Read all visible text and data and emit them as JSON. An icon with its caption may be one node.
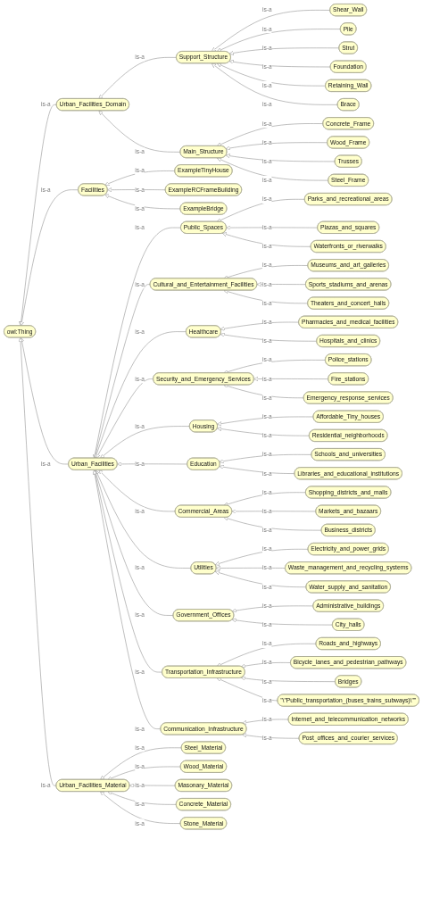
{
  "diagram": {
    "nodes": [
      {
        "text": [
          "owl:Thing"
        ]
      },
      {
        "text": [
          "Urban_Facilities_Domain"
        ]
      },
      {
        "text": [
          "Support_Structure"
        ]
      },
      {
        "text": [
          "Shear_Wall"
        ]
      },
      {
        "text": [
          "Pile"
        ]
      },
      {
        "text": [
          "Strut"
        ]
      },
      {
        "text": [
          "Foundation"
        ]
      },
      {
        "text": [
          "Retaining_Wall"
        ]
      },
      {
        "text": [
          "Brace"
        ]
      },
      {
        "text": [
          "Main_Structure"
        ]
      },
      {
        "text": [
          "Concrete_Frame"
        ]
      },
      {
        "text": [
          "Wood_Frame"
        ]
      },
      {
        "text": [
          "Trusses"
        ]
      },
      {
        "text": [
          "Steel_Frame"
        ]
      },
      {
        "text": [
          "Facilities"
        ]
      },
      {
        "text": [
          "ExampleTinyHouse"
        ]
      },
      {
        "text": [
          "ExampleRCFrameBuilding"
        ]
      },
      {
        "text": [
          "ExampleBridge"
        ]
      },
      {
        "text": [
          "Urban_Facilities"
        ]
      },
      {
        "text": [
          "Public_Spaces"
        ]
      },
      {
        "text": [
          "Parks_and_recreational_areas"
        ]
      },
      {
        "text": [
          "Plazas_and_squares"
        ]
      },
      {
        "text": [
          "Waterfronts_or_riverwalks"
        ]
      },
      {
        "text": [
          "Cultural_and_Entertainment_Facilities"
        ]
      },
      {
        "text": [
          "Museums_and_art_galleries"
        ]
      },
      {
        "text": [
          "Sports_stadiums_and_arenas"
        ]
      },
      {
        "text": [
          "Theaters_and_concert_halls"
        ]
      },
      {
        "text": [
          "Healthcare"
        ]
      },
      {
        "text": [
          "Pharmacies_and_medical_facilities"
        ]
      },
      {
        "text": [
          "Hospitals_and_clinics"
        ]
      },
      {
        "text": [
          "Security_and_Emergency_Services"
        ]
      },
      {
        "text": [
          "Police_stations"
        ]
      },
      {
        "text": [
          "Fire_stations"
        ]
      },
      {
        "text": [
          "Emergency_response_services"
        ]
      },
      {
        "text": [
          "Housing"
        ]
      },
      {
        "text": [
          "Affordable_Tiny_houses"
        ]
      },
      {
        "text": [
          "Residential_neighborhoods"
        ]
      },
      {
        "text": [
          "Education"
        ]
      },
      {
        "text": [
          "Schools_and_universities"
        ]
      },
      {
        "text": [
          "Libraries_and_educational_institutions"
        ]
      },
      {
        "text": [
          "Commercial_Areas"
        ]
      },
      {
        "text": [
          "Shopping_districts_and_malls"
        ]
      },
      {
        "text": [
          "Markets_and_bazaars"
        ]
      },
      {
        "text": [
          "Business_districts"
        ]
      },
      {
        "text": [
          "Utilities"
        ]
      },
      {
        "text": [
          "Electricity_and_power_grids"
        ]
      },
      {
        "text": [
          "Waste_management_and_recycling_systems"
        ]
      },
      {
        "text": [
          "Water_supply_and_sanitation"
        ]
      },
      {
        "text": [
          "Government_Offices"
        ]
      },
      {
        "text": [
          "Administrative_buildings"
        ]
      },
      {
        "text": [
          "City_halls"
        ]
      },
      {
        "text": [
          "Transportation_Infrastructure"
        ]
      },
      {
        "text": [
          "Roads_and_highways"
        ]
      },
      {
        "text": [
          "Bicycle_lanes_and_pedestrian_pathways"
        ]
      },
      {
        "text": [
          "Bridges"
        ]
      },
      {
        "text": [
          "\"\\\"Public_transportation_(buses_trains_subways)\\\"\""
        ]
      },
      {
        "text": [
          "Communication_Infrastructure"
        ]
      },
      {
        "text": [
          "Internet_and_telecommunication_networks"
        ]
      },
      {
        "text": [
          "Post_offices_and_courier_services"
        ]
      },
      {
        "text": [
          "Urban_Facilities_Material"
        ]
      },
      {
        "text": [
          "Steel_Material"
        ]
      },
      {
        "text": [
          "Wood_Material"
        ]
      },
      {
        "text": [
          "Masonary_Material"
        ]
      },
      {
        "text": [
          "Concrete_Material"
        ]
      },
      {
        "text": [
          "Stone_Material"
        ]
      }
    ],
    "edges": [
      {
        "from": 1,
        "to": 0,
        "arrow": "to",
        "label": "is-a"
      },
      {
        "from": 2,
        "to": 1,
        "arrow": "to",
        "label": "is-a"
      },
      {
        "from": 3,
        "to": 2,
        "arrow": "to",
        "label": "is-a"
      },
      {
        "from": 4,
        "to": 2,
        "arrow": "to",
        "label": "is-a"
      },
      {
        "from": 5,
        "to": 2,
        "arrow": "to",
        "label": "is-a"
      },
      {
        "from": 6,
        "to": 2,
        "arrow": "to",
        "label": "is-a"
      },
      {
        "from": 7,
        "to": 2,
        "arrow": "to",
        "label": "is-a"
      },
      {
        "from": 8,
        "to": 2,
        "arrow": "to",
        "label": "is-a"
      },
      {
        "from": 9,
        "to": 1,
        "arrow": "to",
        "label": "is-a"
      },
      {
        "from": 10,
        "to": 9,
        "arrow": "to",
        "label": "is-a"
      },
      {
        "from": 11,
        "to": 9,
        "arrow": "to",
        "label": "is-a"
      },
      {
        "from": 12,
        "to": 9,
        "arrow": "to",
        "label": "is-a"
      },
      {
        "from": 13,
        "to": 9,
        "arrow": "to",
        "label": "is-a"
      },
      {
        "from": 14,
        "to": 0,
        "arrow": "to",
        "label": "is-a"
      },
      {
        "from": 15,
        "to": 14,
        "arrow": "to",
        "label": "is-a"
      },
      {
        "from": 16,
        "to": 14,
        "arrow": "to",
        "label": "is-a"
      },
      {
        "from": 17,
        "to": 14,
        "arrow": "to",
        "label": "is-a"
      },
      {
        "from": 18,
        "to": 0,
        "arrow": "to",
        "label": "is-a"
      },
      {
        "from": 19,
        "to": 18,
        "arrow": "to",
        "label": "is-a"
      },
      {
        "from": 20,
        "to": 19,
        "arrow": "to",
        "label": "is-a"
      },
      {
        "from": 21,
        "to": 19,
        "arrow": "to",
        "label": "is-a"
      },
      {
        "from": 22,
        "to": 19,
        "arrow": "to",
        "label": "is-a"
      },
      {
        "from": 23,
        "to": 18,
        "arrow": "to",
        "label": "is-a"
      },
      {
        "from": 24,
        "to": 23,
        "arrow": "to",
        "label": "is-a"
      },
      {
        "from": 25,
        "to": 23,
        "arrow": "to",
        "label": "is-a"
      },
      {
        "from": 26,
        "to": 23,
        "arrow": "to",
        "label": "is-a"
      },
      {
        "from": 27,
        "to": 18,
        "arrow": "to",
        "label": "is-a"
      },
      {
        "from": 28,
        "to": 27,
        "arrow": "to",
        "label": "is-a"
      },
      {
        "from": 29,
        "to": 27,
        "arrow": "to",
        "label": "is-a"
      },
      {
        "from": 30,
        "to": 18,
        "arrow": "to",
        "label": "is-a"
      },
      {
        "from": 31,
        "to": 30,
        "arrow": "to",
        "label": "is-a"
      },
      {
        "from": 32,
        "to": 30,
        "arrow": "to",
        "label": "is-a"
      },
      {
        "from": 33,
        "to": 30,
        "arrow": "to",
        "label": "is-a"
      },
      {
        "from": 34,
        "to": 18,
        "arrow": "to",
        "label": "is-a"
      },
      {
        "from": 35,
        "to": 34,
        "arrow": "to",
        "label": "is-a"
      },
      {
        "from": 36,
        "to": 34,
        "arrow": "to",
        "label": "is-a"
      },
      {
        "from": 37,
        "to": 18,
        "arrow": "to",
        "label": "is-a"
      },
      {
        "from": 38,
        "to": 37,
        "arrow": "to",
        "label": "is-a"
      },
      {
        "from": 39,
        "to": 37,
        "arrow": "to",
        "label": "is-a"
      },
      {
        "from": 40,
        "to": 18,
        "arrow": "to",
        "label": "is-a"
      },
      {
        "from": 41,
        "to": 40,
        "arrow": "to",
        "label": "is-a"
      },
      {
        "from": 42,
        "to": 40,
        "arrow": "to",
        "label": "is-a"
      },
      {
        "from": 43,
        "to": 40,
        "arrow": "to",
        "label": "is-a"
      },
      {
        "from": 44,
        "to": 18,
        "arrow": "to",
        "label": "is-a"
      },
      {
        "from": 45,
        "to": 44,
        "arrow": "to",
        "label": "is-a"
      },
      {
        "from": 46,
        "to": 44,
        "arrow": "to",
        "label": "is-a"
      },
      {
        "from": 47,
        "to": 44,
        "arrow": "to",
        "label": "is-a"
      },
      {
        "from": 48,
        "to": 18,
        "arrow": "to",
        "label": "is-a"
      },
      {
        "from": 49,
        "to": 48,
        "arrow": "to",
        "label": "is-a"
      },
      {
        "from": 50,
        "to": 48,
        "arrow": "to",
        "label": "is-a"
      },
      {
        "from": 51,
        "to": 18,
        "arrow": "to",
        "label": "is-a"
      },
      {
        "from": 52,
        "to": 51,
        "arrow": "to",
        "label": "is-a"
      },
      {
        "from": 53,
        "to": 51,
        "arrow": "to",
        "label": "is-a"
      },
      {
        "from": 54,
        "to": 51,
        "arrow": "to",
        "label": "is-a"
      },
      {
        "from": 55,
        "to": 51,
        "arrow": "to",
        "label": "is-a"
      },
      {
        "from": 56,
        "to": 18,
        "arrow": "to",
        "label": "is-a"
      },
      {
        "from": 57,
        "to": 56,
        "arrow": "to",
        "label": "is-a"
      },
      {
        "from": 58,
        "to": 56,
        "arrow": "to",
        "label": "is-a"
      },
      {
        "from": 59,
        "to": 0,
        "arrow": "to",
        "label": "is-a"
      },
      {
        "from": 60,
        "to": 59,
        "arrow": "to",
        "label": "is-a"
      },
      {
        "from": 61,
        "to": 59,
        "arrow": "to",
        "label": "is-a"
      },
      {
        "from": 62,
        "to": 59,
        "arrow": "to",
        "label": "is-a"
      },
      {
        "from": 63,
        "to": 59,
        "arrow": "to",
        "label": "is-a"
      },
      {
        "from": 64,
        "to": 59,
        "arrow": "to",
        "label": "is-a"
      }
    ]
  }
}
